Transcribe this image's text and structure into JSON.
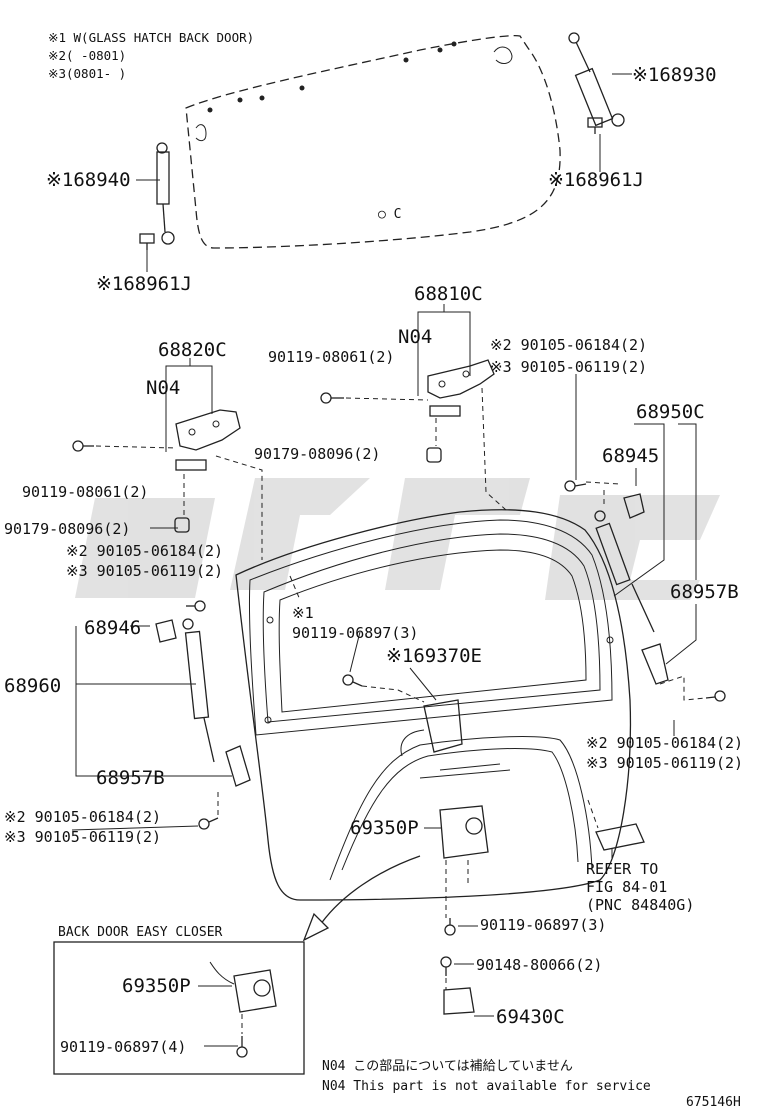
{
  "notes": {
    "n1": "※1 W(GLASS HATCH BACK DOOR)",
    "n2": "※2(    -0801)",
    "n3": "※3(0801-    )"
  },
  "parts": {
    "p68930": "※168930",
    "p68961j_right": "※168961J",
    "p68940": "※168940",
    "p68961j_left": "※168961J",
    "p68810c": "68810C",
    "n04_right": "N04",
    "p90105_r2_top": "※2 90105-06184(2)",
    "p90105_r3_top": "※3 90105-06119(2)",
    "p90119_08061_right": "90119-08061(2)",
    "p90179_08096_right": "90179-08096(2)",
    "p68820c": "68820C",
    "n04_left": "N04",
    "p90119_08061_left": "90119-08061(2)",
    "p90179_08096_left": "90179-08096(2)",
    "p90105_l2": "※2 90105-06184(2)",
    "p90105_l3": "※3 90105-06119(2)",
    "p68950c": "68950C",
    "p68945": "68945",
    "p68957b_right": "68957B",
    "p68946": "68946",
    "p68960": "68960",
    "p68957b_left": "68957B",
    "p90119_06897_3_top_mark": "※1",
    "p90119_06897_3_top": "90119-06897(3)",
    "p69370e": "※169370E",
    "p90105_r2_mid": "※2 90105-06184(2)",
    "p90105_r3_mid": "※3 90105-06119(2)",
    "p90105_l2_bot": "※2 90105-06184(2)",
    "p90105_l3_bot": "※3 90105-06119(2)",
    "p69350p": "69350P",
    "refer_1": "REFER TO",
    "refer_2": "FIG 84-01",
    "refer_3": "(PNC 84840G)",
    "p90119_06897_3_bot": "90119-06897(3)",
    "p90148_80066": "90148-80066(2)",
    "p69430c": "69430C"
  },
  "inset": {
    "title": "BACK DOOR EASY CLOSER",
    "p69350p": "69350P",
    "p90119_06897_4": "90119-06897(4)"
  },
  "footnotes": {
    "jp": "N04 この部品については補給していません",
    "en": "N04 This part is not available for service"
  },
  "ref_code": "675146H"
}
